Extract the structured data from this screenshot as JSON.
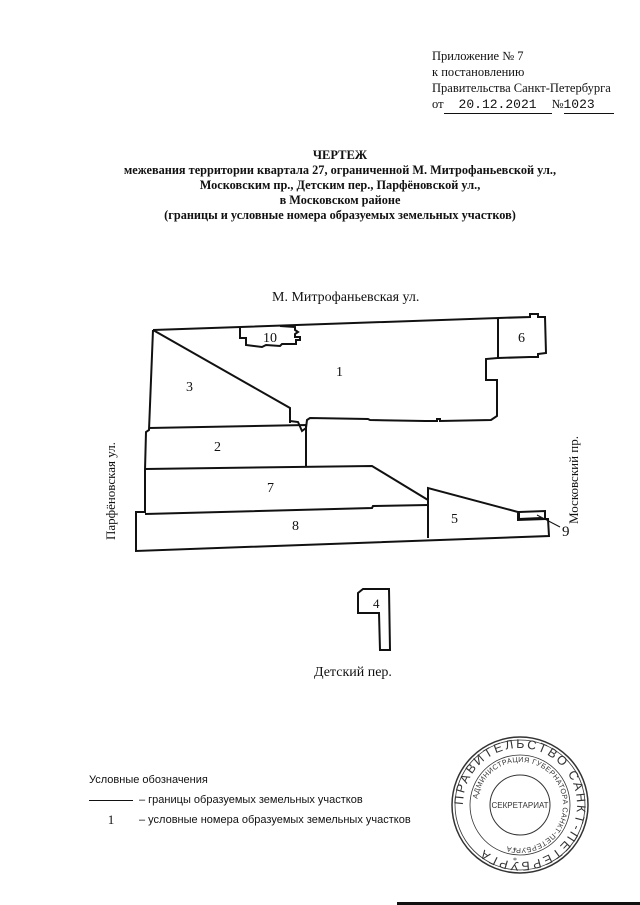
{
  "appendix": {
    "line1": "Приложение № 7",
    "line2": "к постановлению",
    "line3": "Правительства Санкт-Петербурга",
    "date_prefix": "от",
    "date": "20.12.2021",
    "num_prefix": "№",
    "number": "1023"
  },
  "title": {
    "heading": "ЧЕРТЕЖ",
    "line1": "межевания территории квартала 27, ограниченной М. Митрофаньевской ул.,",
    "line2": "Московским пр., Детским пер., Парфёновской ул.,",
    "line3": "в Московском районе",
    "line4": "(границы и условные номера образуемых земельных участков)"
  },
  "streets": {
    "top": "М. Митрофаньевская ул.",
    "left": "Парфёновская ул.",
    "right": "Московский пр.",
    "bottom": "Детский пер."
  },
  "parcels": [
    {
      "id": "1",
      "label": "1"
    },
    {
      "id": "2",
      "label": "2"
    },
    {
      "id": "3",
      "label": "3"
    },
    {
      "id": "4",
      "label": "4"
    },
    {
      "id": "5",
      "label": "5"
    },
    {
      "id": "6",
      "label": "6"
    },
    {
      "id": "7",
      "label": "7"
    },
    {
      "id": "8",
      "label": "8"
    },
    {
      "id": "9",
      "label": "9"
    },
    {
      "id": "10",
      "label": "10"
    }
  ],
  "legend": {
    "title": "Условные обозначения",
    "items": [
      {
        "symbol": "line",
        "text": "– границы образуемых земельных участков"
      },
      {
        "symbol": "1",
        "text": "– условные номера образуемых земельных участков"
      }
    ]
  },
  "stamp": {
    "outer_text": "ПРАВИТЕЛЬСТВО САНКТ-ПЕТЕРБУРГА",
    "inner_text": "АДМИНИСТРАЦИЯ ГУБЕРНАТОРА САНКТ-ПЕТЕРБУРГА",
    "center_text": "СЕКРЕТАРИАТ"
  }
}
